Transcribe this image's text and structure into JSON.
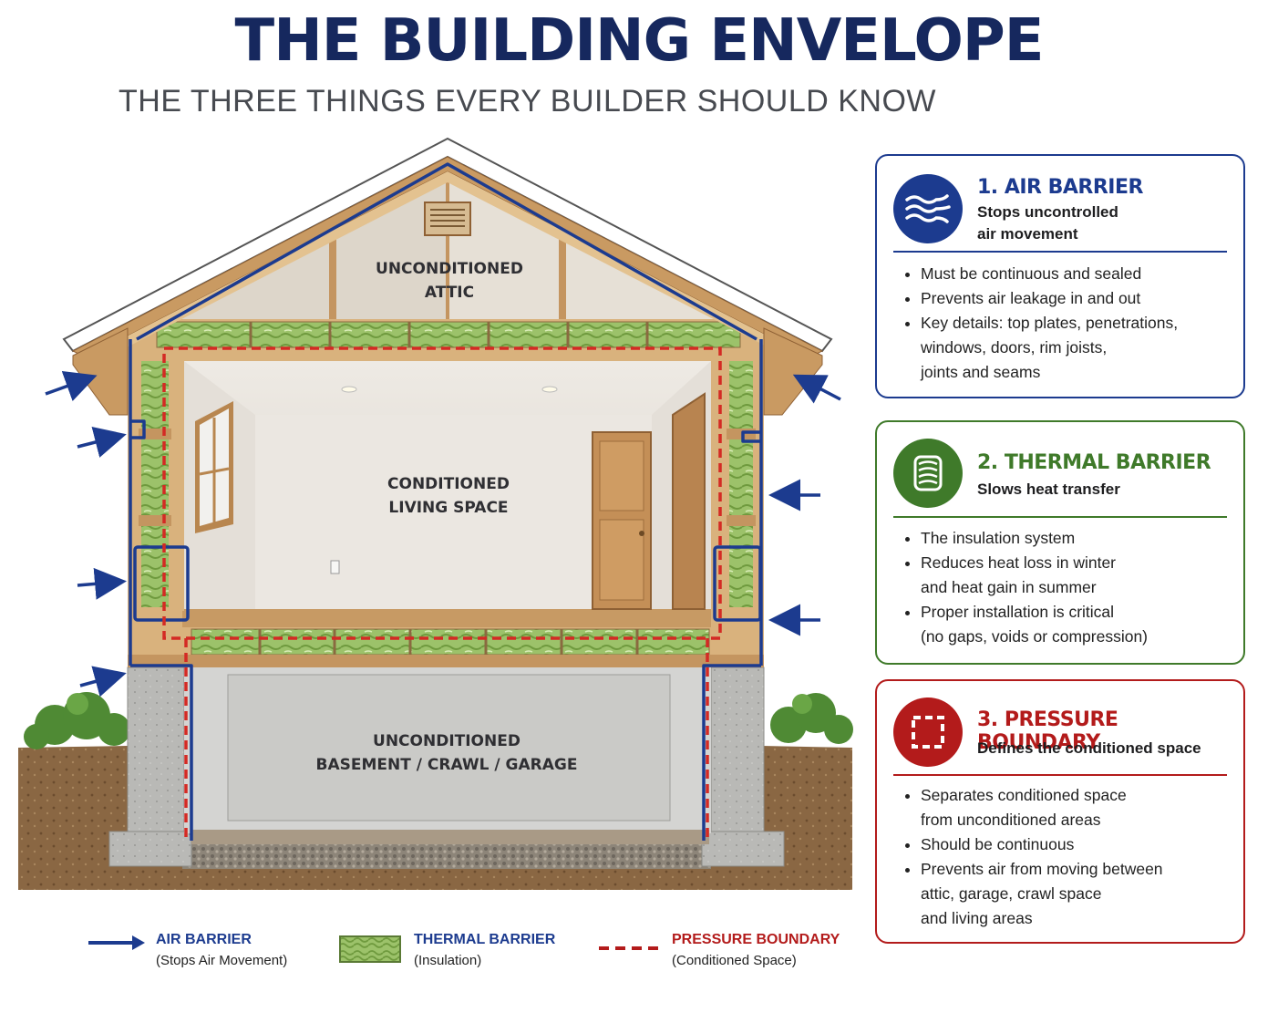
{
  "header": {
    "title": "THE BUILDING ENVELOPE",
    "subtitle": "THE THREE THINGS EVERY BUILDER SHOULD KNOW"
  },
  "diagram": {
    "zones": {
      "attic": "UNCONDITIONED\nATTIC",
      "living": "CONDITIONED\nLIVING SPACE",
      "basement": "UNCONDITIONED\nBASEMENT / CRAWL / GARAGE"
    }
  },
  "cards": [
    {
      "title": "1. AIR BARRIER",
      "subtitle": "Stops uncontrolled\nair movement",
      "icon": "wind-icon",
      "color": "#1c3b8f",
      "bullets": [
        "Must be continuous and sealed",
        "Prevents air leakage in and out",
        "Key details: top plates, penetrations,\nwindows, doors, rim joists,\njoints and seams"
      ]
    },
    {
      "title": "2. THERMAL BARRIER",
      "subtitle": "Slows heat transfer",
      "icon": "insulation-roll-icon",
      "color": "#3f7a2a",
      "bullets": [
        "The insulation system",
        "Reduces heat loss in winter\nand heat gain in summer",
        "Proper installation is critical\n(no gaps, voids or compression)"
      ]
    },
    {
      "title": "3. PRESSURE BOUNDARY",
      "subtitle": "Defines the conditioned space",
      "icon": "dashed-square-icon",
      "color": "#b31b1b",
      "bullets": [
        "Separates conditioned space\nfrom unconditioned areas",
        "Should be continuous",
        "Prevents air from moving between\nattic, garage, crawl space\nand living areas"
      ]
    }
  ],
  "legend": [
    {
      "title": "AIR BARRIER",
      "sub": "(Stops Air Movement)",
      "color": "#1c3b8f",
      "icon": "arrow-line-icon"
    },
    {
      "title": "THERMAL BARRIER",
      "sub": "(Insulation)",
      "color": "#1c3b8f",
      "icon": "insulation-swatch-icon"
    },
    {
      "title": "PRESSURE BOUNDARY",
      "sub": "(Conditioned Space)",
      "color": "#b31b1b",
      "icon": "dashed-line-icon"
    }
  ]
}
